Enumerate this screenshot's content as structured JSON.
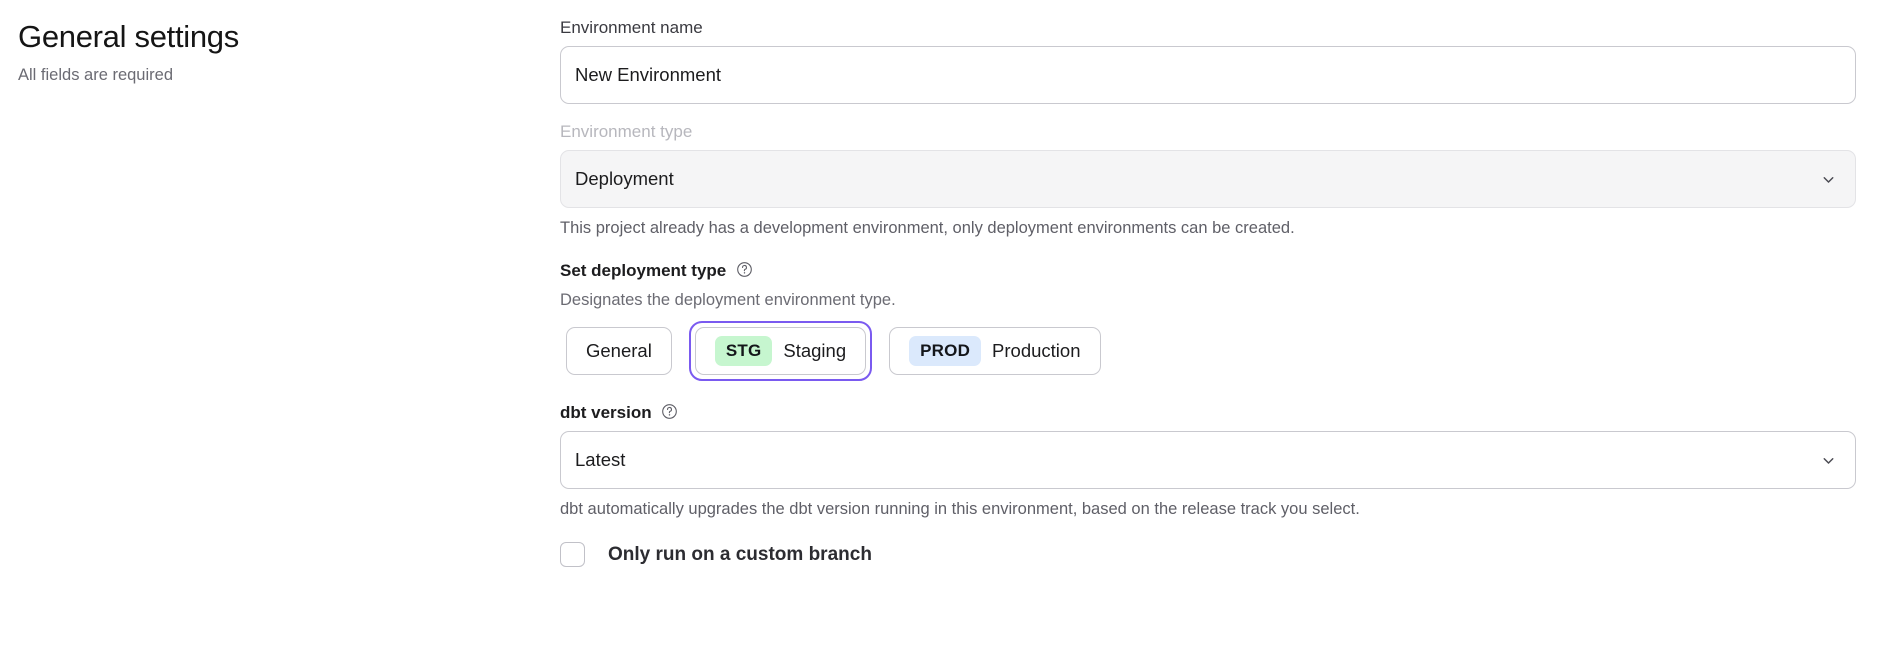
{
  "header": {
    "title": "General settings",
    "subtitle": "All fields are required"
  },
  "form": {
    "environment_name": {
      "label": "Environment name",
      "value": "New Environment",
      "placeholder": "Environment name"
    },
    "environment_type": {
      "label": "Environment type",
      "value": "Deployment",
      "disabled": true,
      "hint": "This project already has a development environment, only deployment environments can be created."
    },
    "deployment_type": {
      "label": "Set deployment type",
      "help_icon": "question-circle-icon",
      "description": "Designates the deployment environment type.",
      "options": [
        {
          "id": "general",
          "badge": "",
          "label": "General",
          "selected": false
        },
        {
          "id": "staging",
          "badge": "STG",
          "label": "Staging",
          "selected": true
        },
        {
          "id": "production",
          "badge": "PROD",
          "label": "Production",
          "selected": false
        }
      ]
    },
    "dbt_version": {
      "label": "dbt version",
      "help_icon": "question-circle-icon",
      "value": "Latest",
      "hint": "dbt automatically upgrades the dbt version running in this environment, based on the release track you select."
    },
    "custom_branch": {
      "label": "Only run on a custom branch",
      "checked": false
    }
  },
  "colors": {
    "focus_ring": "#7a5af0",
    "badge_staging_bg": "#c6f6cf",
    "badge_production_bg": "#dbe9fc",
    "border": "#c9c9cf",
    "disabled_bg": "#f5f5f6",
    "text_muted": "#6b6b73"
  },
  "icons": {
    "chevron_down": "chevron-down-icon"
  }
}
